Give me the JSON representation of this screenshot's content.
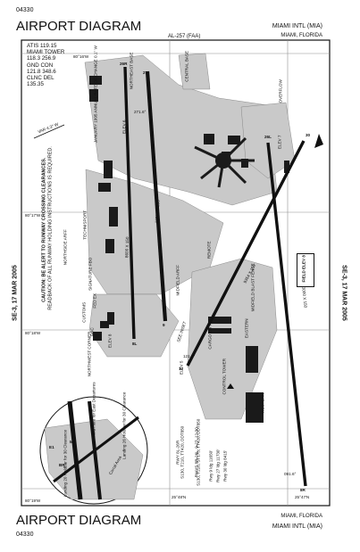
{
  "header": {
    "diagram_code": "04330",
    "title": "AIRPORT DIAGRAM",
    "faa_id": "AL-257 (FAA)",
    "airport": "MIAMI INTL (MIA)",
    "city": "MIAMI, FLORIDA"
  },
  "footer": {
    "title": "AIRPORT DIAGRAM",
    "diagram_code": "04330",
    "city": "MIAMI, FLORIDA",
    "airport": "MIAMI INTL (MIA)"
  },
  "side_labels": {
    "left_date": "SE-3, 17 MAR 2005",
    "right_date": "SE-3, 17 MAR 2005"
  },
  "frequencies": [
    "ATIS 119.15",
    "MIAMI TOWER",
    "118.3  256.9",
    "GND CON",
    "121.8  348.6",
    "CLNC DEL",
    "135.35"
  ],
  "caution": {
    "line1": "CAUTION: BE ALERT TO RUNWAY CROSSING CLEARANCES.",
    "line2": "READBACK OF ALL RUNWAY HOLDING INSTRUCTIONS IS REQUIRED."
  },
  "grid_labels": {
    "lon_top": "80°16'W",
    "lon_mid": "80°17'W",
    "lon_low": "80°18'W",
    "lon_bottom": "80°19'W",
    "lat_right": "25°48'N",
    "lat_bottom": "25°47'N",
    "lat_bottom_mid": "25°48'N",
    "lat_right_mid": "25°48'N"
  },
  "variation": {
    "label": "JANUARY 1995\nANNUAL RATE OF CHANGE\n0.1° W",
    "var": "VAR 4.3° W"
  },
  "runways": {
    "r1": {
      "end_a": "9",
      "end_b": "27",
      "dims": "10506 X 200",
      "hdg_a": "091.6°",
      "hdg_b": "271.6°"
    },
    "r2": {
      "end_a": "8L",
      "end_b": "26R",
      "dims": "8600 X 150",
      "hdg_a": "091.6°",
      "hdg_b": "271.6°"
    },
    "r3": {
      "end_a": "12",
      "end_b": "30",
      "dims": "9354 X 150",
      "hdg_a": "121.9°",
      "hdg_b": "301.9°"
    },
    "r4": {
      "end_a": "8R",
      "end_b": "26L",
      "dims": "13000 X 150",
      "hdg_a": "091.6°",
      "hdg_b": "271.6°"
    }
  },
  "areas": {
    "northeast_base": "NORTHEAST BASE",
    "central_base": "CENTRAL BASE",
    "overflow": "OVERFLOW",
    "northside_arff": "NORTHSIDE ARFF",
    "technisport": "TECHNISPORT",
    "signature_fbo": "SIGNATURE FBO",
    "fed_ex": "FED EX",
    "customs": "CUSTOMS",
    "gac": "GAC",
    "northwest_corner": "NORTHWEST CORNER",
    "midfield": "MIDFIELD ARFF",
    "cargo_city": "CARGO CITY",
    "midfield_blast": "MIDFIELD BLAST FENCE",
    "eastern": "EASTERN",
    "western": "WESTERN",
    "control_tower": "CONTROL TOWER",
    "field_elev": "FIELD ELEV 8",
    "elev_labels": [
      "ELEV 6",
      "ELEV 7",
      "ELEV 8",
      "ELEV 5"
    ],
    "remote": "REMOTE",
    "see_inset": "SEE INSET",
    "corral_area": "Corral Area"
  },
  "inset": {
    "hold_here": "Hold Here for East Departures",
    "landing_26": "Landing 26 Holdbar for 30 Clearance",
    "landing_20": "Landing 20 Holdbar for 30 Clearance",
    "labels": [
      "E1",
      "M1",
      "BR",
      "R",
      "A",
      "W",
      "C"
    ]
  },
  "runway_data": {
    "line1": "RWY 8L-26R",
    "line2": "S130, T210, TT420, DDT850",
    "line3": "RWYS 8R-26L, 9-27, 12-30",
    "line4": "S130, T210, ST175, TT420, DDT850",
    "line5": "Rwy 9 ldg 11650'",
    "line6": "Rwy 27 ldg 11730'",
    "line7": "Rwy 30 ldg 8415'"
  },
  "colors": {
    "ink": "#111111",
    "pavement": "#c9c9c9",
    "building": "#1a1a1a",
    "grid": "#9a9a9a"
  }
}
